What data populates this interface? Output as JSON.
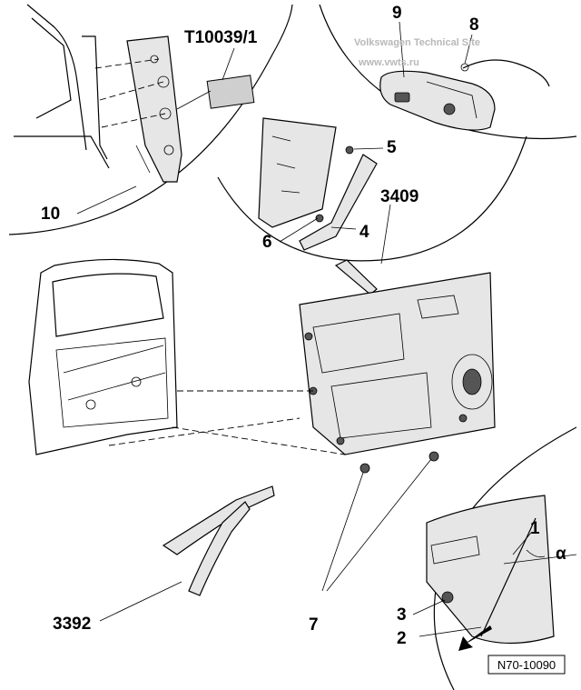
{
  "watermark": {
    "line1": "Volkswagen Technical Site",
    "line2": "www.vwts.ru"
  },
  "callouts": [
    {
      "id": "t10039",
      "label": "T10039/1"
    },
    {
      "id": "c9",
      "label": "9"
    },
    {
      "id": "c8",
      "label": "8"
    },
    {
      "id": "c5",
      "label": "5"
    },
    {
      "id": "c3409",
      "label": "3409"
    },
    {
      "id": "c10",
      "label": "10"
    },
    {
      "id": "c6",
      "label": "6"
    },
    {
      "id": "c4",
      "label": "4"
    },
    {
      "id": "c1",
      "label": "1"
    },
    {
      "id": "alpha",
      "label": "α"
    },
    {
      "id": "c3",
      "label": "3"
    },
    {
      "id": "c2",
      "label": "2"
    },
    {
      "id": "c3392",
      "label": "3392"
    },
    {
      "id": "c7",
      "label": "7"
    }
  ],
  "figure_ref": "N70-10090"
}
